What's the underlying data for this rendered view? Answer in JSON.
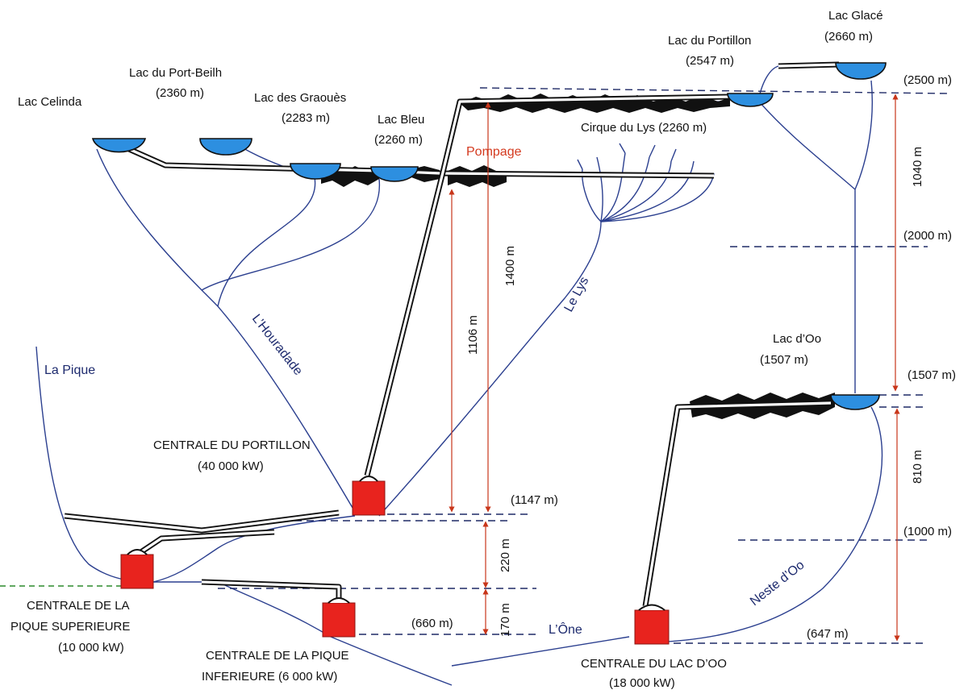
{
  "lakes": {
    "celinda": {
      "name": "Lac Celinda",
      "alt": ""
    },
    "port_beilh": {
      "name": "Lac du Port-Beilh",
      "alt": "(2360 m)"
    },
    "graoues": {
      "name": "Lac des Graouès",
      "alt": "(2283 m)"
    },
    "bleu": {
      "name": "Lac Bleu",
      "alt": "(2260 m)"
    },
    "portillon": {
      "name": "Lac du Portillon",
      "alt": "(2547 m)"
    },
    "glace": {
      "name": "Lac Glacé",
      "alt": "(2660 m)"
    },
    "oo": {
      "name": "Lac d’Oo",
      "alt": "(1507 m)"
    },
    "cirque": {
      "name": "Cirque du Lys (2260 m)"
    }
  },
  "plants": {
    "portillon": {
      "name": "CENTRALE DU PORTILLON",
      "power": "(40 000 kW)"
    },
    "pique_sup": {
      "line1": "CENTRALE DE LA",
      "line2": "PIQUE SUPERIEURE",
      "power": "(10 000 kW)"
    },
    "pique_inf": {
      "line1": "CENTRALE  DE LA PIQUE",
      "line2": "INFERIEURE  (6 000 kW)"
    },
    "lac_oo": {
      "name": "CENTRALE DU LAC D’OO",
      "power": "(18 000 kW)"
    }
  },
  "rivers": {
    "la_pique": "La Pique",
    "hourradade": "L’Houradade",
    "le_lys": "Le Lys",
    "one": "L’Ône",
    "neste_oo": "Neste d’Oo"
  },
  "pumping": "Pompage",
  "levels": {
    "l2500": "(2500 m)",
    "l2000": "(2000 m)",
    "l1507": "(1507 m)",
    "l1147": "(1147 m)",
    "l1000": "(1000 m)",
    "l660": "(660 m)",
    "l647": "(647 m)"
  },
  "dimensions": {
    "d1106": "1106 m",
    "d1400": "1400 m",
    "d220": "220 m",
    "d170": "170 m",
    "d1040": "1040 m",
    "d810": "810 m"
  },
  "colors": {
    "water": "#2d8fe0",
    "plant": "#e8231e",
    "river": "#2b3f8f",
    "dimension": "#c8361a"
  }
}
